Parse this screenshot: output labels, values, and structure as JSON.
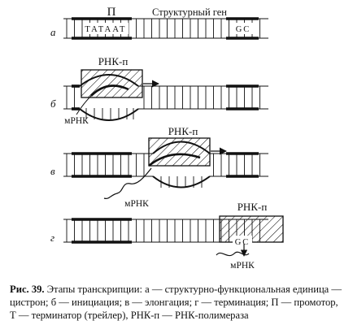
{
  "diagram": {
    "panel_a": {
      "letter": "а",
      "promoter_label": "П",
      "gene_label": "Структурный ген",
      "tata_box": "TATAAT",
      "terminator_seq": "GC"
    },
    "panel_b": {
      "letter": "б",
      "polymerase_label": "РНК-п",
      "mrna_label": "мРНК"
    },
    "panel_v": {
      "letter": "в",
      "polymerase_label": "РНК-п",
      "mrna_label": "мРНК"
    },
    "panel_g": {
      "letter": "г",
      "polymerase_label": "РНК-п",
      "mrna_label": "мРНК",
      "terminator_seq": "GC"
    }
  },
  "caption": {
    "figure_number": "Рис. 39.",
    "text": " Этапы транскрипции: а — структурно-функциональная единица — цистрон; б — инициация; в — элонгация; г — терминация; П — промотор, Т — терминатор (трейлер), РНК-п — РНК-полимераза"
  },
  "colors": {
    "ink": "#111111",
    "background": "#ffffff"
  }
}
